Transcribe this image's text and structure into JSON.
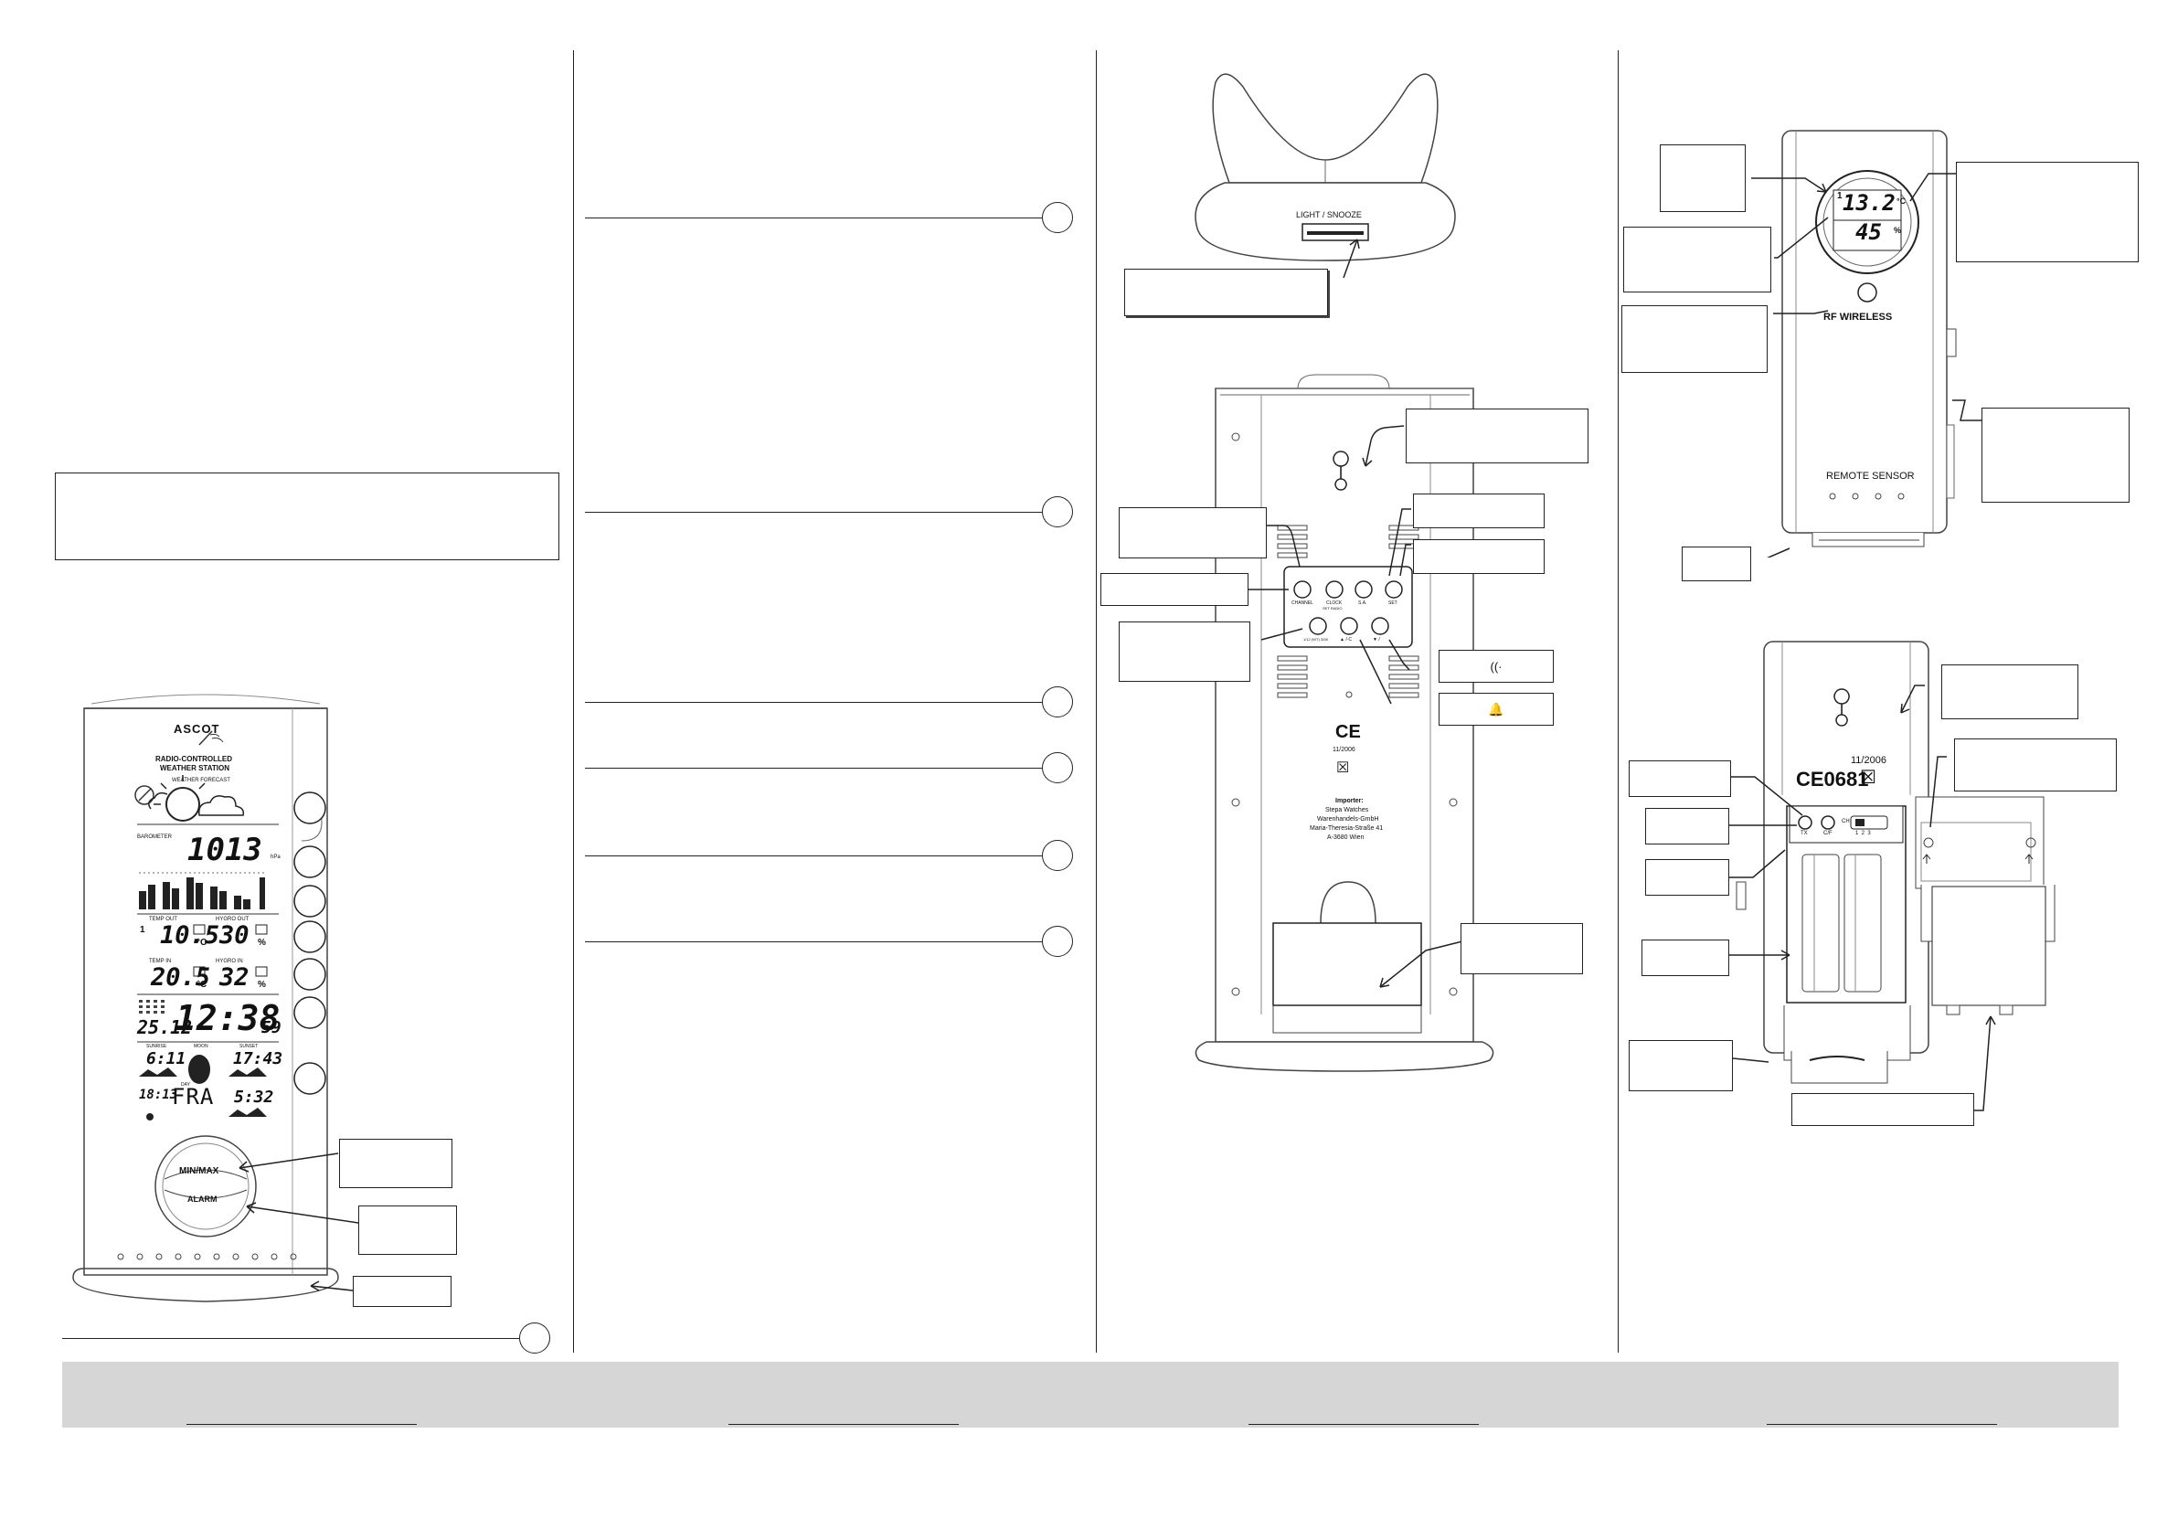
{
  "station": {
    "brand": "ASCOT",
    "subtitle_line1": "RADIO-CONTROLLED",
    "subtitle_line2": "WEATHER STATION",
    "forecast_label": "WEATHER FORECAST",
    "barometer_label": "BAROMETER",
    "barometer_value": "1013",
    "barometer_unit": "hPa",
    "temp_out_label": "TEMP OUT",
    "hygro_out_label": "HYGRO OUT",
    "temp_in_label": "TEMP IN",
    "hygro_in_label": "HYGRO IN",
    "temp_out": "10.5",
    "hygro_out": "30",
    "temp_in": "20.5",
    "hygro_in": "32",
    "temp_unit": "°C",
    "hum_unit": "%",
    "channel": "1",
    "date": "25.12",
    "time": "12:38",
    "seconds": "59",
    "sunrise_label": "SUNRISE",
    "moon_label": "MOON",
    "sunset_label": "SUNSET",
    "sunrise": "6:11",
    "sunset": "17:43",
    "day_label": "DAY",
    "day": "FRA",
    "moonrise": "18:13",
    "moonset": "5:32",
    "btn_minmax": "MIN/MAX",
    "btn_alarm": "ALARM"
  },
  "light_unit": {
    "button_label": "LIGHT / SNOOZE"
  },
  "back_panel": {
    "btn_channel": "CHANNEL",
    "btn_clock": "CLOCK",
    "btn_clock_sub": "SET RADIO",
    "btn_s_a": "S.A.",
    "btn_set": "SET",
    "btn_sw": "1/12 (WT) 3/08",
    "btn_am": "▲ /◦C",
    "btn_down": "▼ / ",
    "ce_mark": "CE",
    "ce_date": "11/2006",
    "importer_title": "Importer:",
    "importer_l1": "Stepa Watches",
    "importer_l2": "Warenhandels-GmbH",
    "importer_l3": "Maria-Theresia-Straße 41",
    "importer_l4": "A-3680 Wien",
    "label_rf_icon": "((·",
    "label_bell_icon": "🔔"
  },
  "sensor": {
    "channel": "1",
    "temp": "13.2",
    "temp_unit": "°C",
    "hum": "45",
    "hum_unit": "%",
    "brand": "RF WIRELESS",
    "model": "REMOTE SENSOR"
  },
  "sensor_back": {
    "ce_mark": "CE0681",
    "date": "11/2006",
    "btn_tx": "TX",
    "btn_cf": "C/F",
    "switch_label": "CH",
    "switch_options": "1  2  3"
  }
}
